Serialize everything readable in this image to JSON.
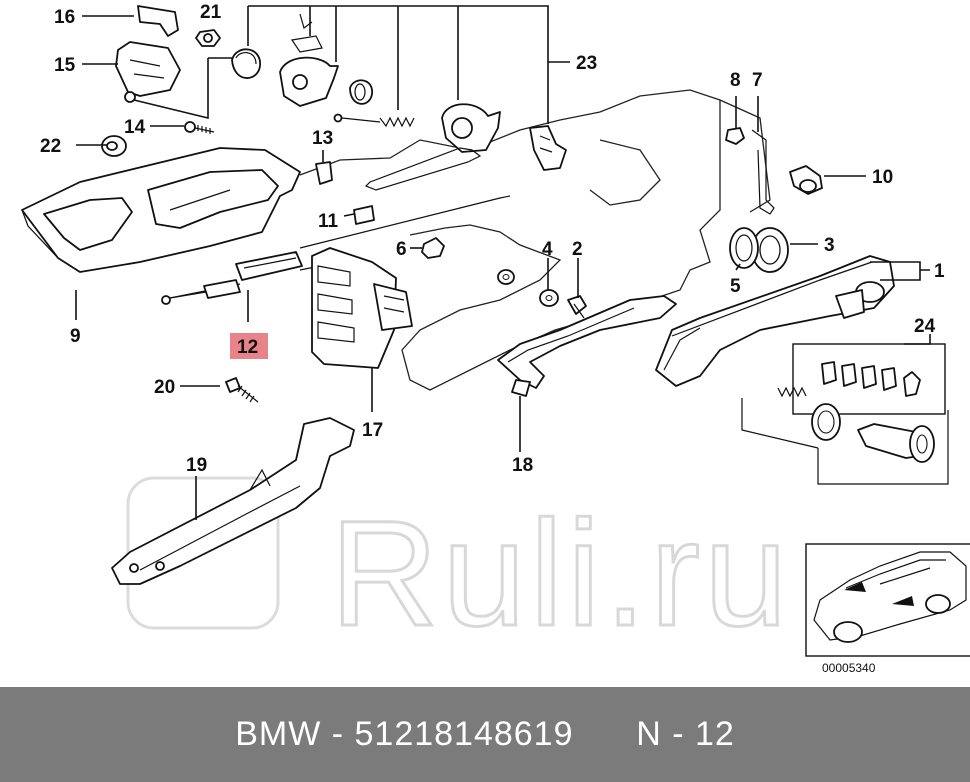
{
  "callouts": {
    "c1": "1",
    "c2": "2",
    "c3": "3",
    "c4": "4",
    "c5": "5",
    "c6": "6",
    "c7": "7",
    "c8": "8",
    "c9": "9",
    "c10": "10",
    "c11": "11",
    "c12": "12",
    "c13": "13",
    "c14": "14",
    "c15": "15",
    "c16": "16",
    "c17": "17",
    "c18": "18",
    "c19": "19",
    "c20": "20",
    "c21": "21",
    "c22": "22",
    "c23": "23",
    "c24": "24"
  },
  "highlight": {
    "color": "#e8838b",
    "label_ref": "12"
  },
  "watermark": {
    "text": "Ruli.ru"
  },
  "inset": {
    "ref_number": "00005340"
  },
  "footer": {
    "brand": "BMW",
    "separator": " - ",
    "part_number": "51218148619",
    "position_label": "N - 12"
  }
}
